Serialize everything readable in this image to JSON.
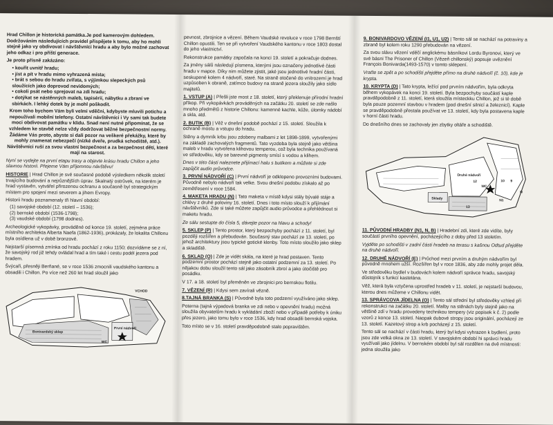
{
  "left": {
    "intro": "Hrad Chillon je historická památka.Je pod kamerovým dohledem. Dodržováním následujících pravidel přispějete k tomu, aby ho mohli stejně jako vy obdivovat i návštěvníci hradu a aby bylo možné zachovat jeho odkaz i pro příští generace.",
    "forbidden_title": "Je proto přísně zakázáno:",
    "rules": [
      "kouřit uvnitř hradu;",
      "jíst a pít v hradu mimo vyhrazená místa;",
      "brát s sebou do hradu zvířata, s výjimkou slepeckých psů sloužících jako doprovod nevidomých;",
      "cokoli psát nebo sprejovat na zdi hradu;",
      "dotýkat se nástěnných maleb, tapisérií, nábytku a zbraní ve sbírkách. I lehký dotek by je mohl poškodit."
    ],
    "warning": "Krom toho bychom Vám byli velmi vděčni, kdybyste mluvili potichu a nepoužívali mobilní telefony. Ostatní návštěvníci i Vy sami tak budete moci obdivovat památku v klidu. Snad není nutné připomínat, že se vzhledem ke stavbě nelze vždy dodržovat běžné bezpečnostní normy. Žádáme Vás proto, abyste si dali pozor na veškeré překážky, které by mohly znamenat nebezpečí (nízké dveře, prudká schodiště, atd.). Návštěvníci ruší za svou vlastní bezpečnost a za bezpečnost dětí, které mají na starost.",
    "invite": "Nyní se vydejte na první etapu trasy a objevte krásu hradu Chillon a jeho slavnou historii. Přejeme Vám příjemnou návštěvu!",
    "history_head": "HISTORIE",
    "history": "Hrad Chillon je své současné podobě výsledkem několik století trvajícího budování a nejrůznějších úprav. Skalnatý ostrůvek, na kterém je hrad vystavěn, vytvářel přirozenou ochranu a současně byl strategickým místem pro spojení mezi severem a jihem Evropy.",
    "periods_title": "Historii hradu poznamenaly tři hlavní období:",
    "periods": [
      "(1) savojské období (12. století – 1536);",
      "(2) bernské období (1536-1798);",
      "(3) vaudské období (1798 dodnes)."
    ],
    "archeo": "Archeologické vykopávky, prováděné od konce 19. století, zejména práce místního architekta Alberta Naefa (1862-1936), prokázaly, že lokalita Chillonu byla osídlena už v době bronzové.",
    "oldest": "Nejstarší písemná zmínka od hradu pochází z roku 1150; dozvídáme se z ní, že savojský rod již tehdy ovládal hrad a tím také i cestu podél jezera pod hradem.",
    "swiss": "Švýcaři, přesněji Berňané, se v roce 1536 zmocnili vaudského kantonu a obsadili i Chillon. Po více než 260 let hrad sloužil jako",
    "map_labels": [
      "VCHOD",
      "Bonivardský sklep",
      "První nádvoří",
      "WC"
    ]
  },
  "middle": {
    "p1": "pevnost, zbrojnice a vězení. Během Vaudské revoluce v roce 1798 Bernští Chillon opustili. Ten se při vytvoření Vaudského kantonu v roce 1803 dostal do jeho vlastnictví.",
    "p2": "Rekonstrukce památky započala na konci 19. století a pokračuje dodnes.",
    "p3": "Za jmény sálů následují písmena, kterými jsou označeny jednotlivé části hradu v mapce. Díky nim můžete zjistit, jaké jsou jednotlivé hradní části, seskupené kolem 4 nádvoří, staré. Na straně otočené do vnitrozemí je hrad uzpůsoben k obraně, zatímco budovy na straně jezera sloužily jako sídlo majitelů.",
    "s1_head": "1. VSTUP (A)",
    "s1": "Přešli jste most z 18. století, který překlenuje přírodní hradní příkop. Při vykopávkách prováděných na začátku 20. století se zde našlo mnoho předmětů z historie Chillonu: kamenné kachle, kůže, úlomky nádobí a skla, atd.",
    "s2_head": "2. BUTIK (B)",
    "s2": "Věž v dnešní podobě pochází z 15. století. Sloužila k ochraně mostu a vstupu do hradu.",
    "s2b": "Stěny a dymník krbu jsou zdobeny malbami z let 1898-1899, vytvořenými na základě zachovalých fragmentů. Tato vyzdoba byla stejně jako většina maleb v hradu vytvořena klihovou temperou, což byla technika používaná ve středověku, kdy se barevné pigmenty smísí s vodou a klihem.",
    "s2c": "Dnes v této části naleznete přijímací halu s butikem a můžete si zde zapůjčit audio průvodce.",
    "s3_head": "3. PRVNÍ NÁDVOŘÍ (C)",
    "s3": "První nádvoří je odklopeno provozními budovami. Původně nebylo nádvoří tak velke. Svou dnešní podobu získalo až po zemětřesení v roce 1584.",
    "s4_head": "4. MAKETA HRADU (N)",
    "s4": "Tato maketa v místě kdysi stály bývalé stáje a chlévy z druhé poloviny 16. století. Dnes i toto místo slouží k přijímání návštěvníků. Zde si také můžete zapůjčit audio průvodce a přehlédnout si maketu hradu.",
    "s4b": "Ze sálu sestupte do čísla 5, dávejte pozor na hlavu a schody!",
    "s5_head": "5. SKLEP (P)",
    "s5": "Tento prostor, který bezpochyby pochází z 11. století, byl později rozšířen a přebudován. Současný stav pochází ze 13. století, po jehož architektury jsou typické gotické klenby. Toto místo sloužilo jako sklep a skladiště.",
    "s6_head": "6. SKLAD (O)",
    "s6": "Zde je vidět skála, na které je hrad postaven. Tento podzemní prostor pochází stejně jako ostatní podzemní za 13. století. Po nějakou dobu sloužil tento sál jako zásobník zbroí a jako útočiště pro posádku.",
    "s6b": "V 17. a 18. století byl přeměněn ve zbrojnici pro bernskou flotilu.",
    "s7_head": "7. VĚZENÍ (R)",
    "s7": "Kdysi sem zavírali vězně.",
    "s8_head": "8.TAJNÁ BRANKA (S)",
    "s8": "Původně byla toto podzemí využíváno jako sklep.",
    "s8b": "Poterna (tajná výpadová branka ve zdi nebo v opevnění hradu) možná sloužila obyvatelům hradu k vykládání zboží nebo v případě potřeby k úniku přes jezero, jako tomu bylo v roce 1536, kdy hrad obsadili bernská vojska.",
    "s8c": "Toto místo se v 16. století pravděpodobně stalo popravištěm."
  },
  "right": {
    "s9_head": "9. BONIVARDOVO VĚZENÍ (I1, U1, U2)",
    "s9": "Tento sál se nachází na potraviny a zbraně byl kolem roku 1290 přebudován na vězení.",
    "s9b": "Za svou slávu vězení vděčí anglickému básníkovi Lordu Byronovi, který ve své básni The Prisoner of Chillon (Vězeň chillonský) popsuje uvěznění François Bonivarda(1493-1570) v tomto sklepení.",
    "s9c": "Vraťte se zpět a po schodišti přejděte přímo na druhé nádvoří (č. 10), kde je krypta.",
    "s10_head": "10. KRYPTA (D)",
    "s10": "Tato krypta, ležící pod prvním nádvořím, byla odkryta během vykopávek na konci 19. století. Byla bezpochyby součástí kaple pravděpodobně z 11. století, která sloužila místeckku Chillon, jež si té době byla pouze pozemní stavbou v hradem (pod dnešní silnicí a železnicí). Kaple se pravděpodobně přestala používat ve 13. století, kdy byla postavena kaple v horní části hradu.",
    "s10b": "Do dnešního dnes se zachovaly jen zbytky oltáře a schodiště.",
    "map_labels": [
      "Druhé nádvoří",
      "WC",
      "Sklady",
      "12",
      "13",
      "10",
      "9",
      "N1",
      "N"
    ],
    "s11_head": "11. PŮVODNÍ HRADBY (N1, N, B)",
    "s11": "Hradební zdi, které zde vidíte, byly součástí prvního opevnění, pocházejícího z doby před 13 stoletím.",
    "s11b": "Vyjděte po schodišti v zadní části hradeb na terasu s kašnou Odtud přejděte na druhé nádvoří.",
    "s12_head": "12. DRUHÉ NÁDVOŘÍ (E)",
    "s12": "Průchod mezi prvním a druhým nádvořím byl původně mnohem užší. Rozšířen byl v roce 1836, aby zde mohly projet děla.",
    "s12b": "Ve středověku bydlel v budovách kolem nádvoří správce hradu, savojský důstojník s funkcí kastelána.",
    "s12c": "Věž, která byla vztyčena uprostřed hradeb v 11. století, je nejstarší budovou, kterou dnes můžeme v Chillonu vidět.",
    "s13_head": "13. SPRÁVCOVA JÍDELNA (O)",
    "s13": "Tento sál střední byl středověky vzhled při rekonstrukci na začátku 20. století. Malby na stěnách byly stejně jako na většině zdí v hradu provedeny technikou tempery (viz popisek k č. 2) podle vzorů z konce 13. století. Naopak dubové stropy jsou originální, pocházejí ze 13. století. Kazetový strop a krb pocházejí z 15. století.",
    "s13b": "Tento sál se nachází v části hradu, který byl kdysi vyhrazen k bydlení, proto jsou zde velká okna ze 13. století. V savojském období hi správci hradu využívali jako jídelnu. V bernském období byl sál rozdělen na dvě místnosti: jedna sloužila jako"
  }
}
